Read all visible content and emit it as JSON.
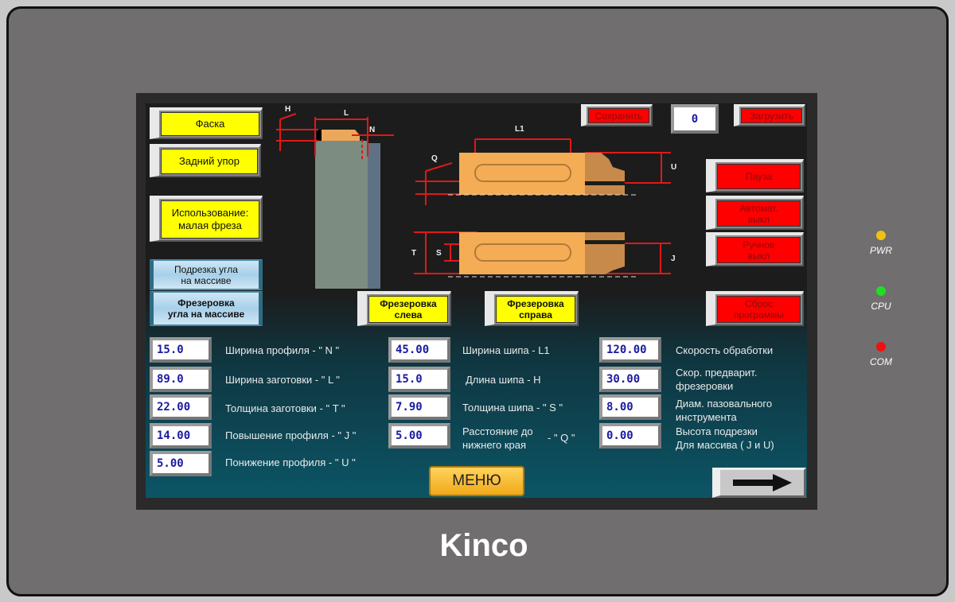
{
  "brand": "Kinco",
  "leds": [
    {
      "label": "PWR",
      "color": "#f2c010"
    },
    {
      "label": "CPU",
      "color": "#22dd22"
    },
    {
      "label": "COM",
      "color": "#ee1111"
    }
  ],
  "buttons": {
    "chamfer": "Фаска",
    "back_stop": "Задний упор",
    "usage_line1": "Использование:",
    "usage_line2": "малая фреза",
    "undercut_line1": "Подрезка угла",
    "undercut_line2": "на массиве",
    "corner_mill_line1": "Фрезеровка",
    "corner_mill_line2": "угла на массиве",
    "mill_left_line1": "Фрезеровка",
    "mill_left_line2": "слева",
    "mill_right_line1": "Фрезеровка",
    "mill_right_line2": "справа",
    "save": "Сохранить",
    "load": "Загрузить",
    "pause": "Пауза",
    "auto_off_line1": "Автомат.",
    "auto_off_line2": "выкл",
    "manual_off_line1": "Ручное",
    "manual_off_line2": "выкл",
    "reset_line1": "Сброс",
    "reset_line2": "программы",
    "menu": "МЕНЮ"
  },
  "program_number": "0",
  "diagram_labels": {
    "H": "H",
    "L": "L",
    "N": "N",
    "L1": "L1",
    "Q": "Q",
    "U": "U",
    "T": "T",
    "S": "S",
    "J": "J"
  },
  "params": [
    {
      "value": "15.0",
      "label": "Ширина профиля - \" N \""
    },
    {
      "value": "89.0",
      "label": "Ширина заготовки - \" L \""
    },
    {
      "value": "22.00",
      "label": "Толщина заготовки - \" T \""
    },
    {
      "value": "14.00",
      "label": "Повышение профиля  - \" J \""
    },
    {
      "value": "5.00",
      "label": "Понижение профиля - \" U \""
    },
    {
      "value": "45.00",
      "label": "Ширина шипа - L1"
    },
    {
      "value": "15.0",
      "label": "Длина шипа - H"
    },
    {
      "value": "7.90",
      "label": "Толщина шипа - \" S \""
    },
    {
      "value": "5.00",
      "label_line1": "Расстояние до",
      "label_line2": "нижнего края",
      "label_suffix": "- \" Q \""
    },
    {
      "value": "120.00",
      "label": "Скорость обработки"
    },
    {
      "value": "30.00",
      "label_line1": "Скор. предварит.",
      "label_line2": "фрезеровки"
    },
    {
      "value": "8.00",
      "label_line1": "Диам. пазовального",
      "label_line2": "инструмента"
    },
    {
      "value": "0.00",
      "label_line1": "Высота подрезки",
      "label_line2": "Для массива ( J и U)"
    }
  ]
}
